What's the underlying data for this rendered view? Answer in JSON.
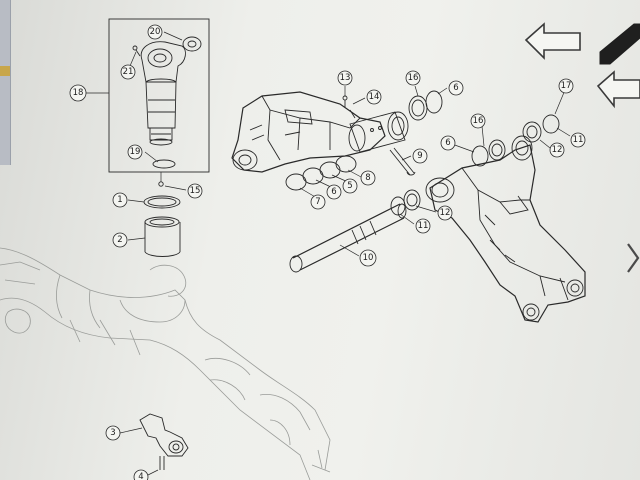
{
  "callouts": {
    "c1": "1",
    "c2": "2",
    "c3": "3",
    "c4": "4",
    "c5": "5",
    "c6a": "6",
    "c6b": "6",
    "c6c": "6",
    "c7": "7",
    "c8": "8",
    "c9": "9",
    "c10": "10",
    "c11a": "11",
    "c11b": "11",
    "c12a": "12",
    "c12b": "12",
    "c13": "13",
    "c14": "14",
    "c15": "15",
    "c16a": "16",
    "c16b": "16",
    "c17": "17",
    "c18": "18",
    "c19": "19",
    "c20": "20",
    "c21": "21"
  },
  "icons": {
    "nav_next": "arrow-up-left-icon",
    "nav_prev": "arrow-up-left-outline-icon",
    "nav_right": "chevron-right-icon"
  },
  "colors": {
    "line": "#2a2a2a",
    "faint_line": "#8d8f8c",
    "background": "#eeefeb"
  }
}
